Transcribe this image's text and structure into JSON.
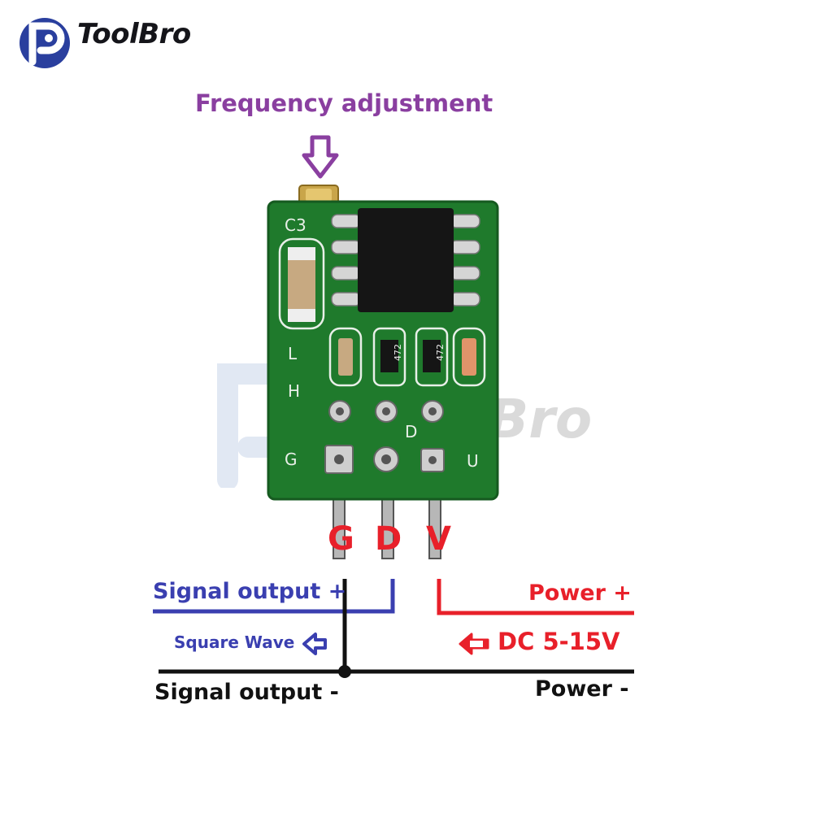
{
  "brand": {
    "name": "ToolBro",
    "watermark": "Bro",
    "color": "#2a3f9e"
  },
  "title": "Frequency adjustment",
  "pcb": {
    "silkscreen": [
      "C3",
      "L",
      "H",
      "D",
      "G",
      "U"
    ],
    "resistor_codes": [
      "472",
      "472"
    ],
    "board_color": "#1f7a2c"
  },
  "pins": [
    "G",
    "D",
    "V"
  ],
  "labels": {
    "signal_plus": "Signal output +",
    "square_wave": "Square Wave",
    "power_plus": "Power +",
    "dc_range": "DC 5-15V",
    "signal_minus": "Signal output -",
    "power_minus": "Power -"
  },
  "colors": {
    "title": "#8a3fa0",
    "signal": "#3a3fb0",
    "power": "#e8202a",
    "ground": "#111111"
  }
}
